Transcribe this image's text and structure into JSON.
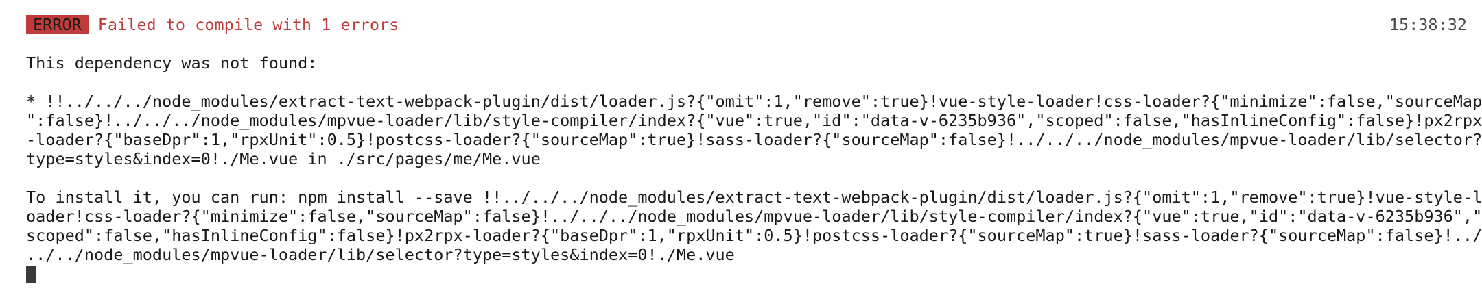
{
  "header": {
    "badge": "ERROR",
    "message": "Failed to compile with 1 errors",
    "timestamp": "15:38:32"
  },
  "body": {
    "not_found": "This dependency was not found:",
    "dependency_lines": [
      "* !!../../../node_modules/extract-text-webpack-plugin/dist/loader.js?{\"omit\":1,\"remove\":true}!vue-style-loader!css-loader?{\"minimize\":false,\"sourceMap",
      "\":false}!../../../node_modules/mpvue-loader/lib/style-compiler/index?{\"vue\":true,\"id\":\"data-v-6235b936\",\"scoped\":false,\"hasInlineConfig\":false}!px2rpx",
      "-loader?{\"baseDpr\":1,\"rpxUnit\":0.5}!postcss-loader?{\"sourceMap\":true}!sass-loader?{\"sourceMap\":false}!../../../node_modules/mpvue-loader/lib/selector?",
      "type=styles&index=0!./Me.vue in ./src/pages/me/Me.vue"
    ],
    "install_lines": [
      "To install it, you can run: npm install --save !!../../../node_modules/extract-text-webpack-plugin/dist/loader.js?{\"omit\":1,\"remove\":true}!vue-style-l",
      "oader!css-loader?{\"minimize\":false,\"sourceMap\":false}!../../../node_modules/mpvue-loader/lib/style-compiler/index?{\"vue\":true,\"id\":\"data-v-6235b936\",\"",
      "scoped\":false,\"hasInlineConfig\":false}!px2rpx-loader?{\"baseDpr\":1,\"rpxUnit\":0.5}!postcss-loader?{\"sourceMap\":true}!sass-loader?{\"sourceMap\":false}!../",
      "../../node_modules/mpvue-loader/lib/selector?type=styles&index=0!./Me.vue"
    ]
  },
  "colors": {
    "error_red": "#c23b3b",
    "text": "#1a1a1a",
    "background": "#ffffff"
  }
}
